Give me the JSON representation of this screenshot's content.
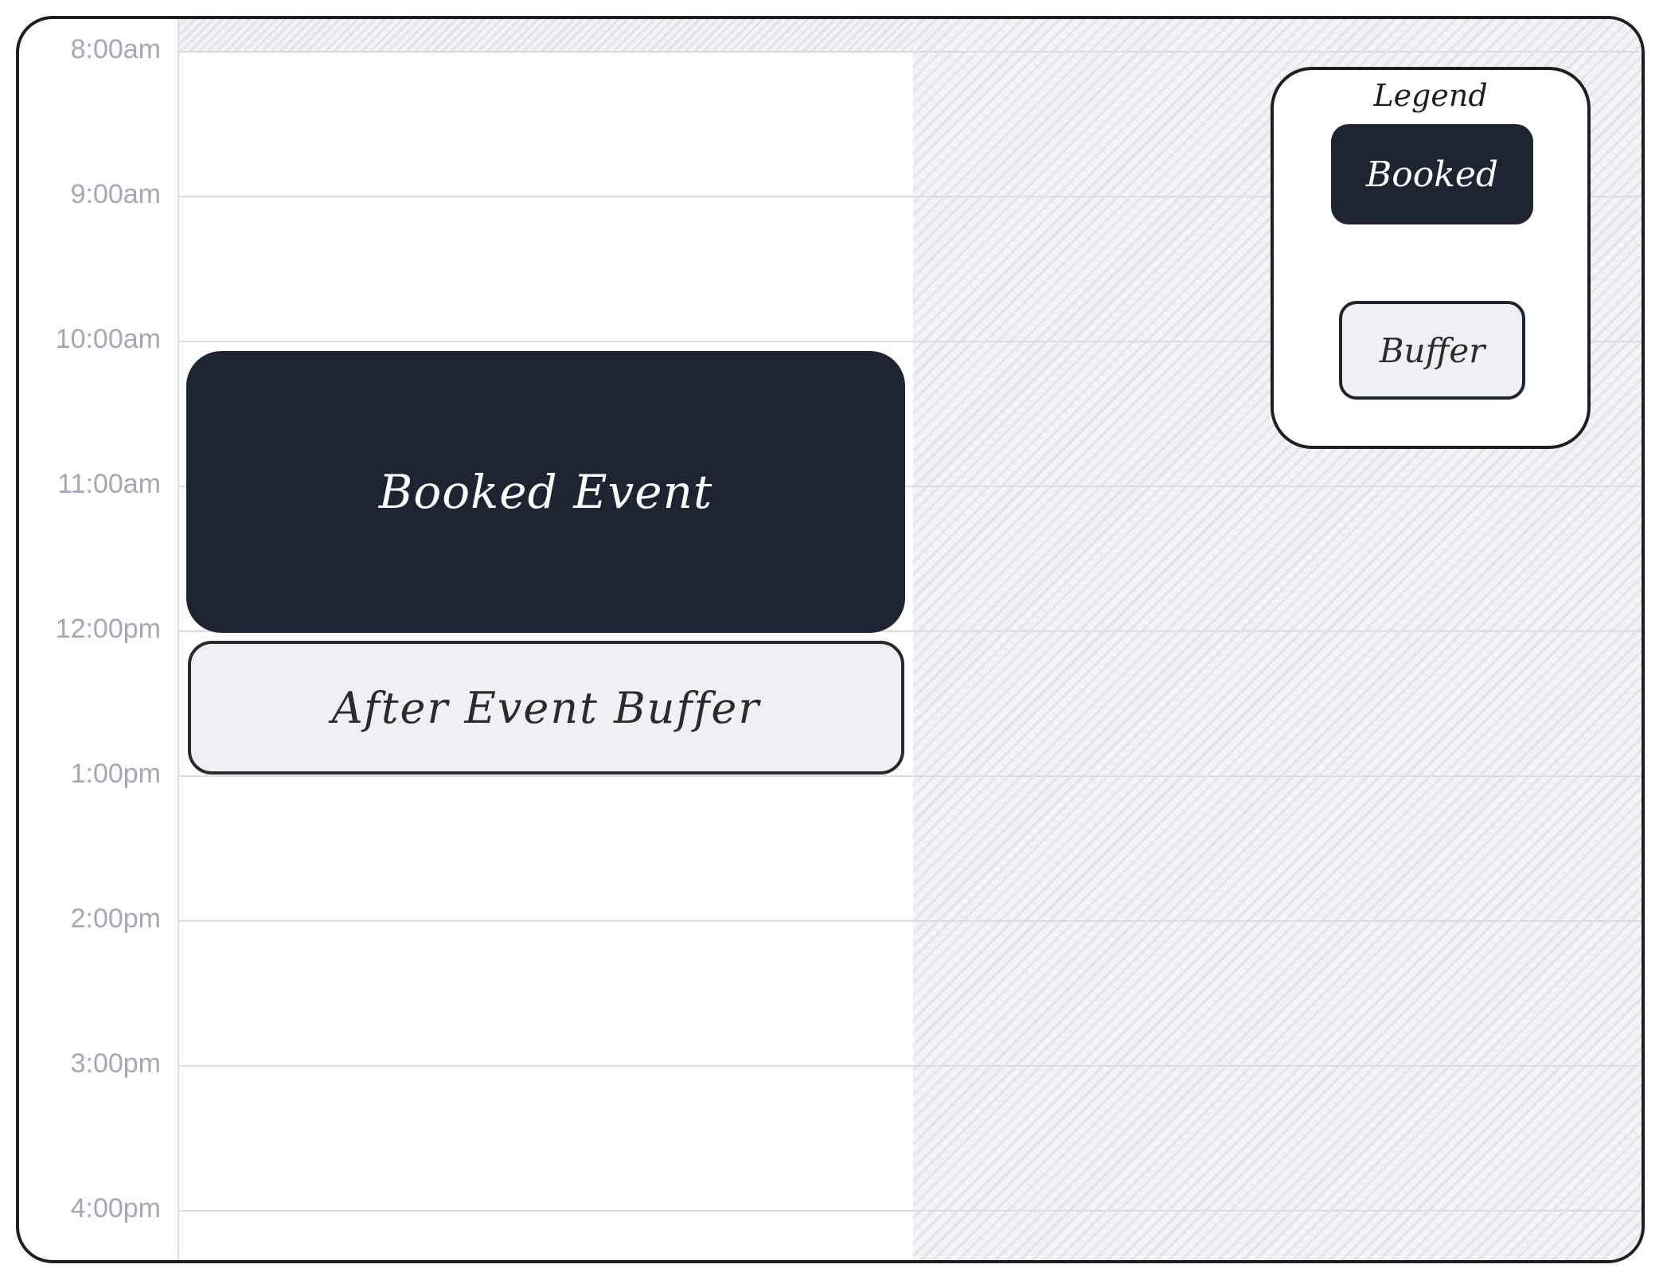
{
  "timeline": {
    "hours": [
      "8:00am",
      "9:00am",
      "10:00am",
      "11:00am",
      "12:00pm",
      "1:00pm",
      "2:00pm",
      "3:00pm",
      "4:00pm"
    ]
  },
  "events": {
    "booked_label": "Booked Event",
    "buffer_label": "After Event Buffer"
  },
  "legend": {
    "title": "Legend",
    "booked_label": "Booked",
    "buffer_label": "Buffer"
  },
  "colors": {
    "booked": "#1f2432",
    "buffer": "#eff0f3",
    "gridline": "#dcdde3",
    "time_label": "#a3a8b3"
  }
}
